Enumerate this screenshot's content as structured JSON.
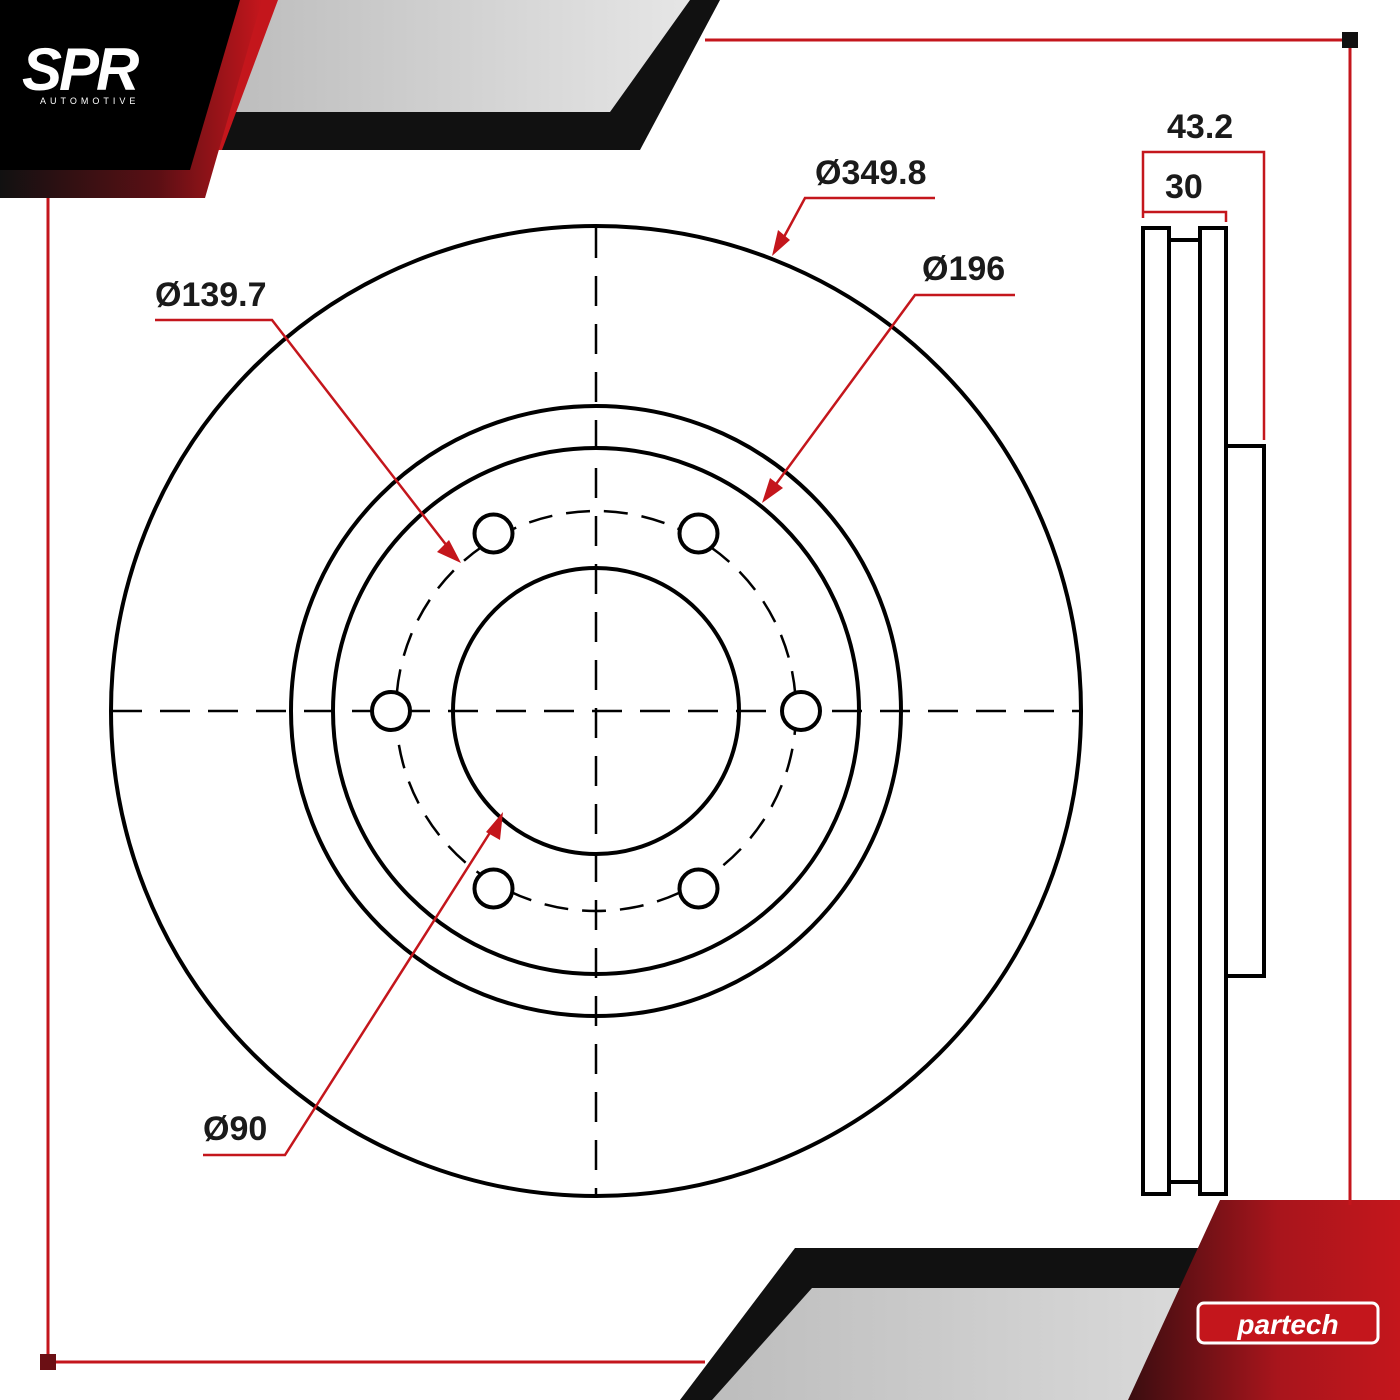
{
  "brand": {
    "logo": "SPR",
    "tagline": "AUTOMOTIVE",
    "partner_logo": "partech"
  },
  "colors": {
    "accent": "#c4161c",
    "dark": "#111111",
    "outline": "#000000",
    "panel_gray": "#d4d4d4"
  },
  "labels": {
    "outer_diameter": "Ø349.8",
    "bolt_circle": "Ø139.7",
    "hat_diameter": "Ø196",
    "center_bore": "Ø90",
    "total_height": "43.2",
    "disc_thickness": "30"
  },
  "specs": {
    "bolt_holes": 6
  }
}
